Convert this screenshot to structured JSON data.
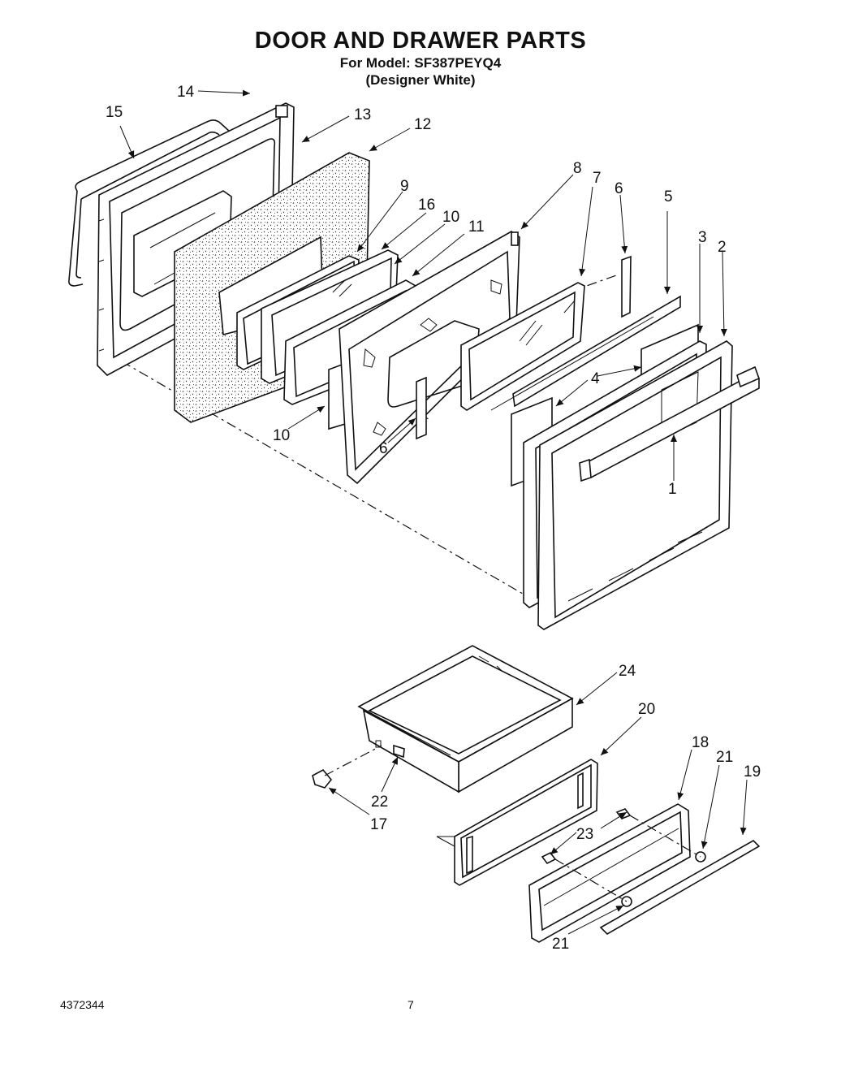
{
  "header": {
    "title": "DOOR AND DRAWER PARTS",
    "model_line": "For Model: SF387PEYQ4",
    "color_line": "(Designer White)"
  },
  "footer": {
    "doc_number": "4372344",
    "page_number": "7"
  },
  "callouts": {
    "c1": "1",
    "c2": "2",
    "c3": "3",
    "c4": "4",
    "c5": "5",
    "c6a": "6",
    "c6b": "6",
    "c7": "7",
    "c8": "8",
    "c9": "9",
    "c10a": "10",
    "c10b": "10",
    "c11": "11",
    "c12": "12",
    "c13": "13",
    "c14": "14",
    "c15": "15",
    "c16": "16",
    "c17": "17",
    "c18": "18",
    "c19": "19",
    "c20": "20",
    "c21a": "21",
    "c21b": "21",
    "c22": "22",
    "c23": "23",
    "c24": "24"
  }
}
